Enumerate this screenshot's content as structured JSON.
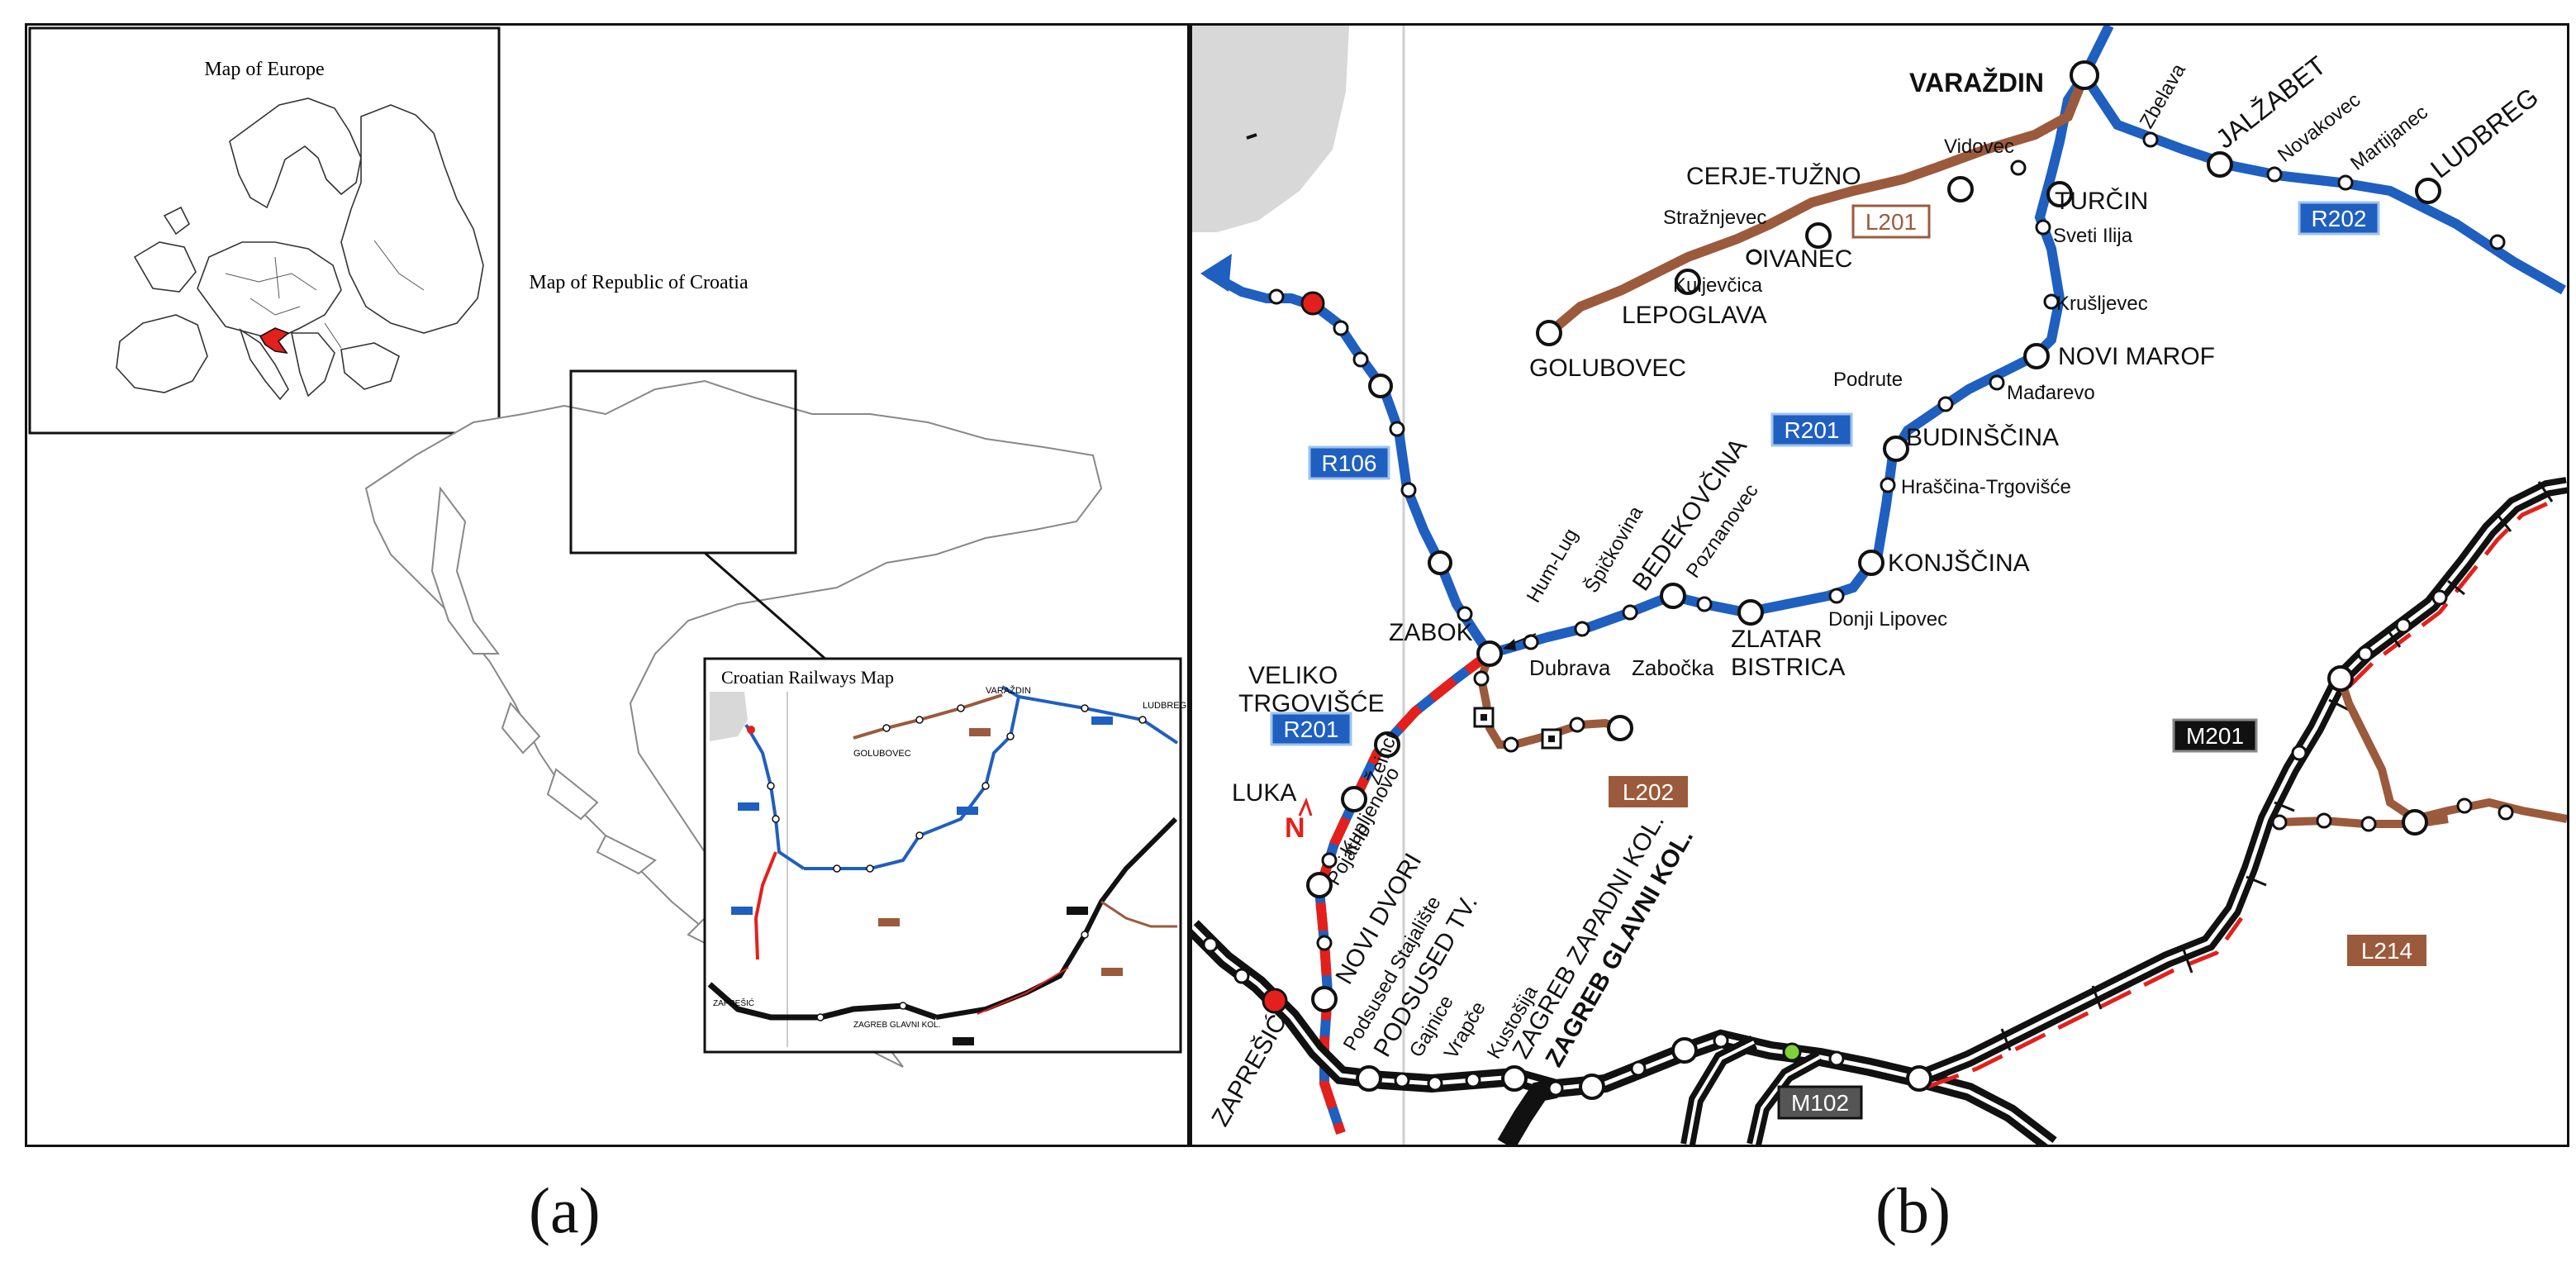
{
  "captions": {
    "a": "(a)",
    "b": "(b)"
  },
  "panel_a": {
    "europe_title": "Map of Europe",
    "croatia_title": "Map of Republic of Croatia",
    "railways_title": "Croatian Railways Map",
    "inset_labels": {
      "varazdin": "VARAŽDIN",
      "ludbreg": "LUDBREG",
      "golubovec": "GOLUBOVEC",
      "zapresic": "ZAPREŠIĆ",
      "zagreb": "ZAGREB GLAVNI KOL."
    }
  },
  "map_b": {
    "colors": {
      "regional": "#1f5fbf",
      "local": "#9b5a3c",
      "main": "#111111",
      "highlight": "#e3201b",
      "water": "#d8d8d8"
    },
    "line_badges": {
      "l201": "L201",
      "r202": "R202",
      "r201_top": "R201",
      "r106": "R106",
      "r201": "R201",
      "l202": "L202",
      "m201": "M201",
      "l214": "L214",
      "m102": "M102"
    },
    "stations": {
      "varazdin": "VARAŽDIN",
      "zbelava": "Zbelava",
      "jalzabet": "JALŽABET",
      "novakovec": "Novakovec",
      "martijanec": "Martijanec",
      "ludbreg": "LUDBREG",
      "vidovec": "Vidovec",
      "cerje": "CERJE-TUŽNO",
      "straznjevec": "Stražnjevec",
      "ivanec": "IVANEC",
      "kuljevcica": "Kuljevčica",
      "lepoglava": "LEPOGLAVA",
      "golubovec": "GOLUBOVEC",
      "turcin": "TURČIN",
      "sveti_ilija": "Sveti Ilija",
      "kruljevec": "Krušljevec",
      "novi_marof": "NOVI MAROF",
      "podrute": "Podrute",
      "madarevo": "Mađarevo",
      "budinscina": "BUDINŠČINA",
      "hrascina": "Hraščina-Trgovišće",
      "konjscina": "KONJŠČINA",
      "donji_lipovec": "Donji Lipovec",
      "zlatar": "ZLATAR",
      "bistrica": "BISTRICA",
      "zabocka": "Zabočka",
      "dubrava": "Dubrava",
      "hum_lug": "Hum-Lug",
      "spickovina": "Špičkovina",
      "bedekovcina": "BEDEKOVČINA",
      "poznanovec": "Poznanovec",
      "zabok": "ZABOK",
      "veliko": "VELIKO",
      "trgovisce": "TRGOVIŠĆE",
      "zeinci": "Žeinci",
      "luka": "LUKA",
      "kupljenovo": "Kupljenovo",
      "pojatno": "Pojatno",
      "novi_dvori": "NOVI DVORI",
      "podsused_st": "Podsused Stajalište",
      "podsused_tv": "PODSUSED TV.",
      "gajnice": "Gajnice",
      "vrapce": "Vrapče",
      "kustosija": "Kustošija",
      "zagreb_zk": "ZAGREB ZAPADNI KOL.",
      "zagreb_gk": "ZAGREB GLAVNI KOL.",
      "zapresic": "ZAPREŠIĆ"
    },
    "north_label": "N"
  }
}
